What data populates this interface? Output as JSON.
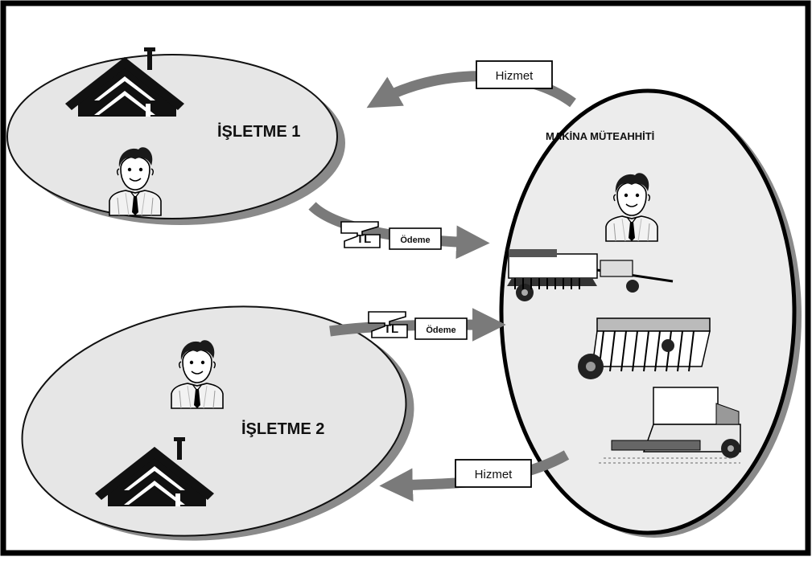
{
  "nodes": {
    "isletme1": {
      "label": "İŞLETME 1"
    },
    "isletme2": {
      "label": "İŞLETME 2"
    },
    "contractor": {
      "label": "MAKİNA MÜTEAHHİTİ"
    }
  },
  "edges": [
    {
      "from": "contractor",
      "to": "isletme1",
      "label": "Hizmet"
    },
    {
      "from": "isletme1",
      "to": "contractor",
      "label": "Ödeme",
      "currency": "TL"
    },
    {
      "from": "isletme2",
      "to": "contractor",
      "label": "Ödeme",
      "currency": "TL"
    },
    {
      "from": "contractor",
      "to": "isletme2",
      "label": "Hizmet"
    }
  ],
  "icons": [
    "house-icon",
    "person-icon",
    "baler-machine-icon",
    "seed-drill-icon",
    "harvester-icon",
    "money-note-icon"
  ],
  "colors": {
    "frame": "#000000",
    "oval_fill": "#e6e6e6",
    "oval_shadow": "#8a8a8a",
    "arrow": "#7a7a7a"
  }
}
